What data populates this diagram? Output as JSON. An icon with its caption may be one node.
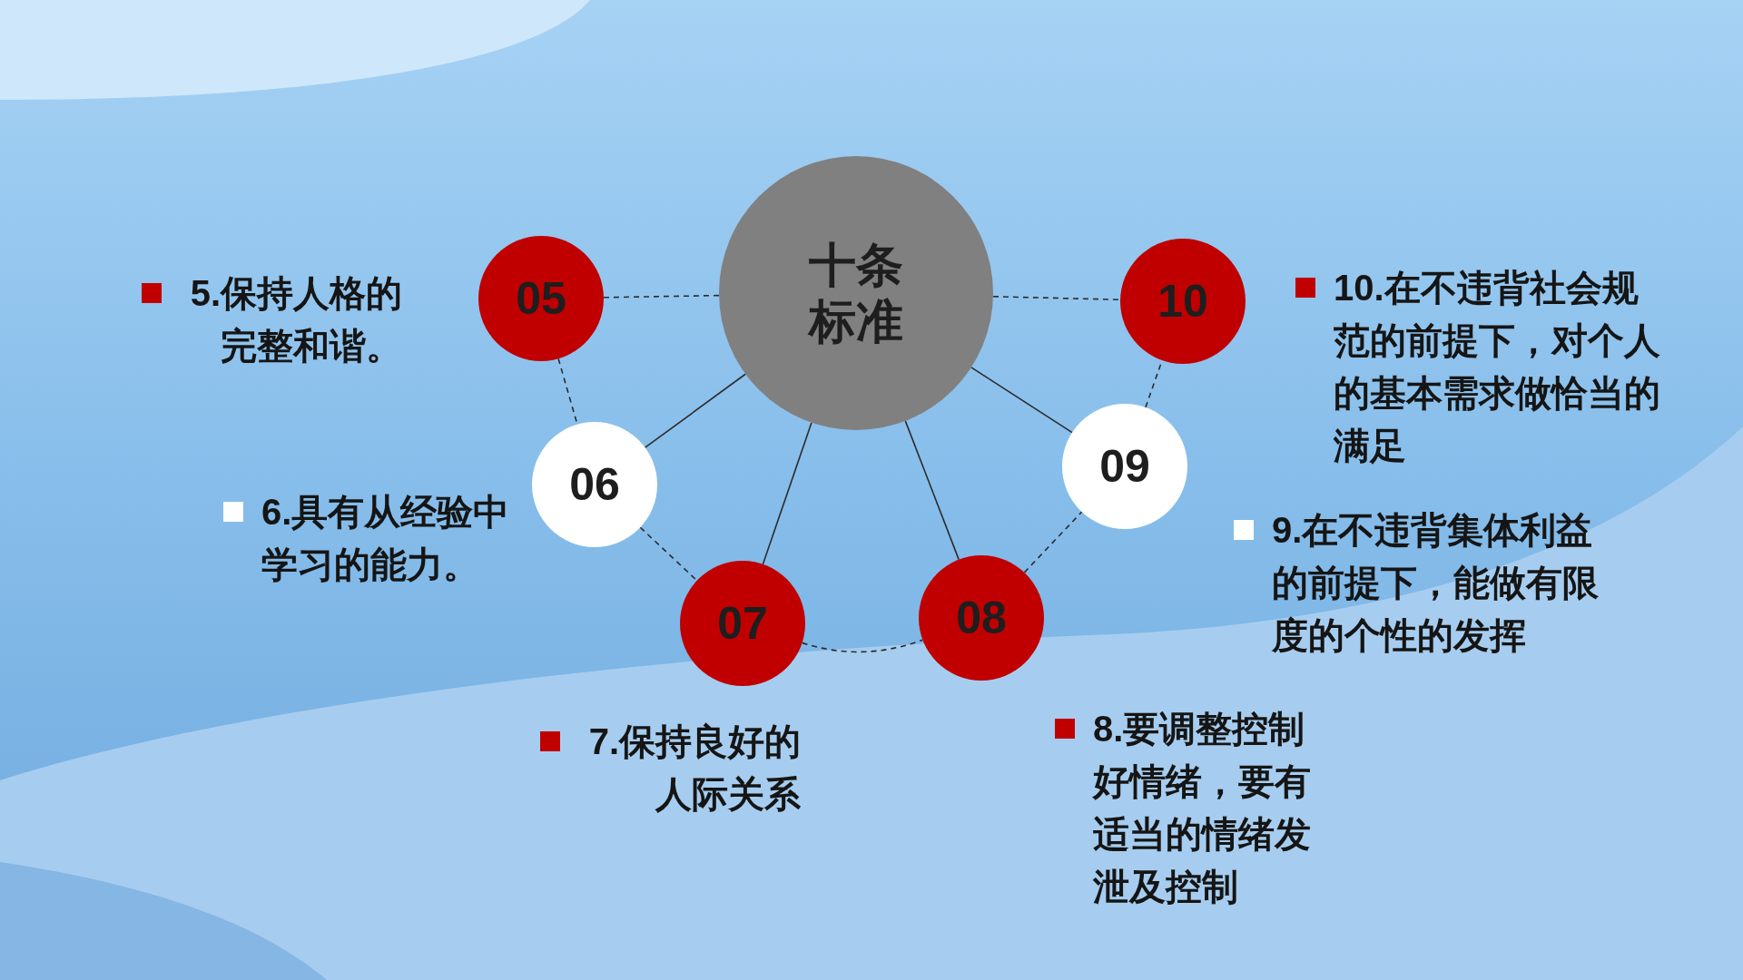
{
  "diagram": {
    "nodes": [
      {
        "text": [
          "十条标准"
        ]
      },
      {
        "text": [
          "05"
        ],
        "beside": [
          "5.保持人格的完整和谐。"
        ]
      },
      {
        "text": [
          "10"
        ],
        "beside": [
          "10.在不违背社会规范的前提下，对个人的基本需求做恰当的满足"
        ]
      },
      {
        "text": [
          "06"
        ],
        "beside": [
          "6.具有从经验中学习的能力。"
        ]
      },
      {
        "text": [
          "09"
        ],
        "beside": [
          "9.在不违背集体利益的前提下，能做有限度的个性的发挥"
        ]
      },
      {
        "text": [
          "07"
        ],
        "beside": [
          "7.保持良好的人际关系"
        ]
      },
      {
        "text": [
          "08"
        ],
        "beside": [
          "8.要调整控制好情绪，要有适当的情绪发泄及控制"
        ]
      }
    ],
    "edges": [
      {
        "from": 1,
        "to": 0,
        "arrow": "none",
        "style": "dashed"
      },
      {
        "from": 0,
        "to": 2,
        "arrow": "none",
        "style": "dashed"
      },
      {
        "from": 0,
        "to": 3,
        "arrow": "none"
      },
      {
        "from": 0,
        "to": 5,
        "arrow": "none"
      },
      {
        "from": 0,
        "to": 6,
        "arrow": "none"
      },
      {
        "from": 0,
        "to": 4,
        "arrow": "none"
      },
      {
        "from": 1,
        "to": 3,
        "arrow": "none",
        "style": "dashed"
      },
      {
        "from": 3,
        "to": 5,
        "arrow": "none",
        "style": "dashed"
      },
      {
        "from": 5,
        "to": 6,
        "arrow": "none",
        "style": "dashed"
      },
      {
        "from": 6,
        "to": 4,
        "arrow": "none",
        "style": "dashed"
      },
      {
        "from": 4,
        "to": 2,
        "arrow": "none",
        "style": "dashed"
      }
    ]
  }
}
